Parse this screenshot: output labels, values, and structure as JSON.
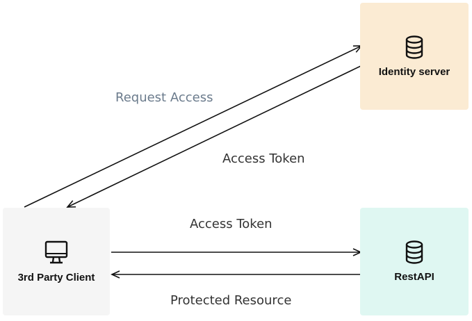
{
  "nodes": {
    "identity": {
      "label": "Identity server",
      "icon": "database-icon",
      "color": "#fbebd3"
    },
    "restapi": {
      "label": "RestAPI",
      "icon": "database-icon",
      "color": "#dff7f2"
    },
    "client": {
      "label": "3rd Party Client",
      "icon": "monitor-icon",
      "color": "#f5f5f5"
    }
  },
  "edges": {
    "request_access": "Request Access",
    "access_token_1": "Access Token",
    "access_token_2": "Access Token",
    "protected_resource": "Protected Resource"
  }
}
